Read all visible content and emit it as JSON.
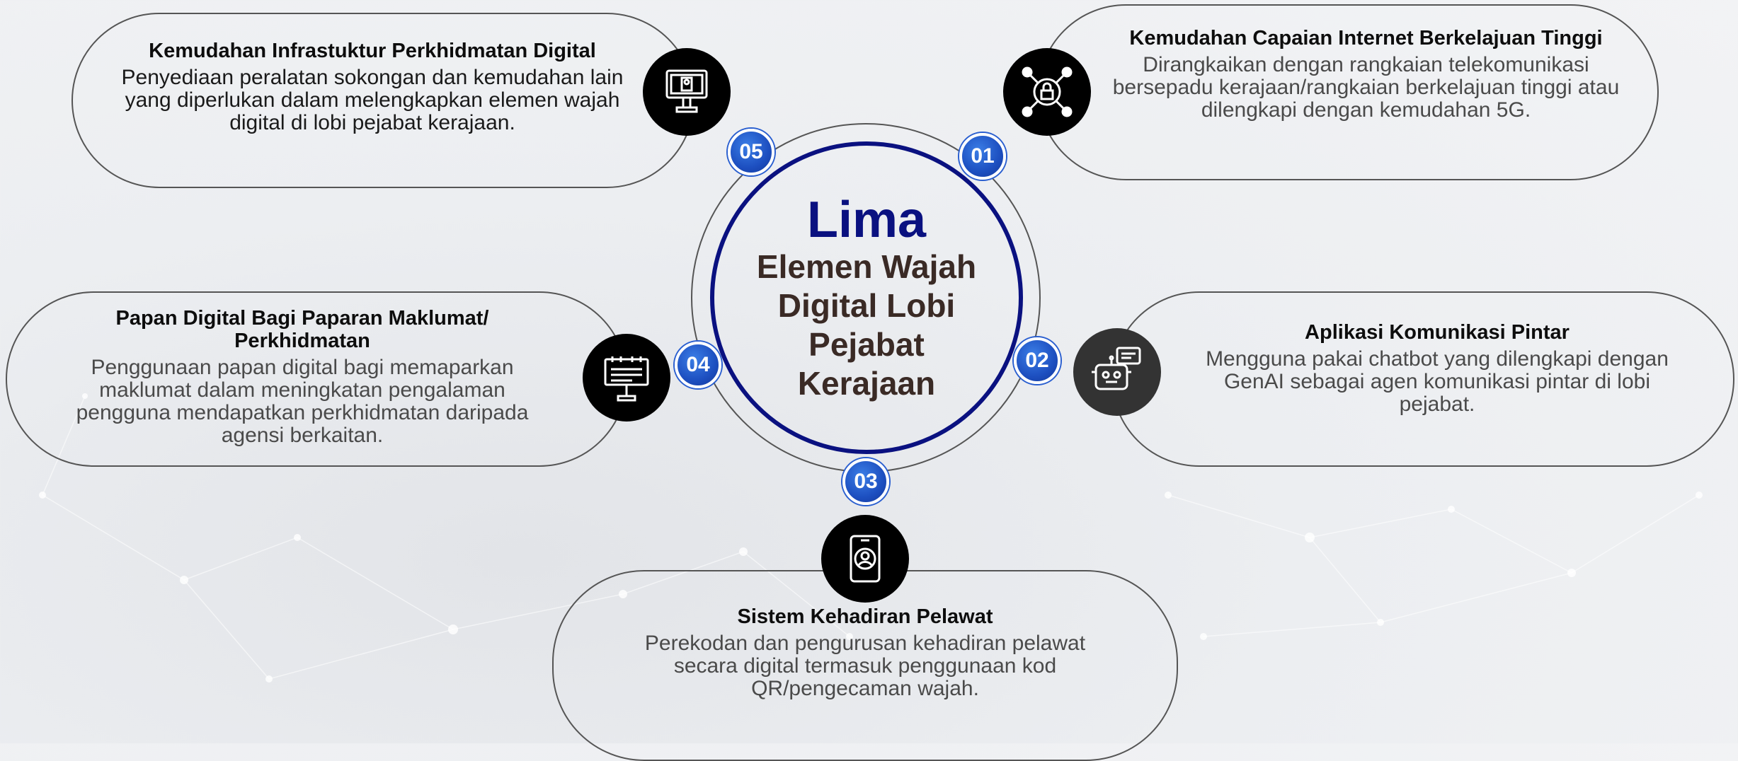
{
  "center": {
    "title": "Lima",
    "subtitle": "Elemen Wajah Digital Lobi Pejabat Kerajaan"
  },
  "colors": {
    "title_blue": "#0a1180",
    "badge_blue": "#1d4fc0",
    "icon_black": "#000000",
    "outline": "#555555"
  },
  "elements": [
    {
      "number": "01",
      "title": "Kemudahan Capaian Internet Berkelajuan Tinggi",
      "description": "Dirangkaikan dengan rangkaian telekomunikasi bersepadu kerajaan/rangkaian berkelajuan tinggi atau dilengkapi dengan kemudahan 5G.",
      "icon": "network-lock-icon"
    },
    {
      "number": "02",
      "title": "Aplikasi Komunikasi Pintar",
      "description": "Mengguna pakai chatbot yang dilengkapi dengan GenAI sebagai agen komunikasi pintar di lobi pejabat.",
      "icon": "chatbot-icon"
    },
    {
      "number": "03",
      "title": "Sistem Kehadiran Pelawat",
      "description": "Perekodan dan pengurusan kehadiran pelawat secara digital termasuk penggunaan kod QR/pengecaman wajah.",
      "icon": "mobile-face-id-icon"
    },
    {
      "number": "04",
      "title": "Papan Digital Bagi Paparan Maklumat/ Perkhidmatan",
      "description": "Penggunaan papan digital bagi memaparkan maklumat dalam meningkatan pengalaman pengguna mendapatkan perkhidmatan daripada agensi berkaitan.",
      "icon": "digital-signboard-icon"
    },
    {
      "number": "05",
      "title": "Kemudahan Infrastuktur Perkhidmatan Digital",
      "description": "Penyediaan peralatan sokongan dan kemudahan lain yang diperlukan dalam melengkapkan elemen wajah digital di lobi pejabat kerajaan.",
      "icon": "kiosk-icon"
    }
  ]
}
